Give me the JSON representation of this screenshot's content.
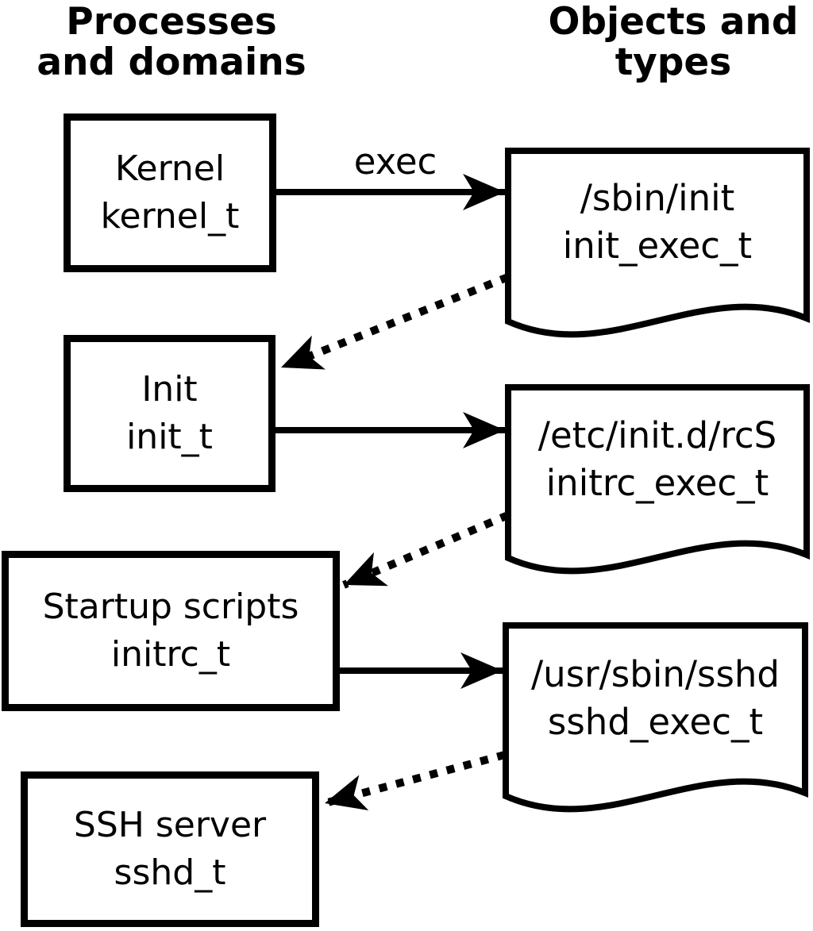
{
  "columns": {
    "processes": {
      "line1": "Processes",
      "line2": "and domains"
    },
    "objects": {
      "line1": "Objects and",
      "line2": "types"
    }
  },
  "process_boxes": [
    {
      "name": "Kernel",
      "type": "kernel_t"
    },
    {
      "name": "Init",
      "type": "init_t"
    },
    {
      "name": "Startup scripts",
      "type": "initrc_t"
    },
    {
      "name": "SSH server",
      "type": "sshd_t"
    }
  ],
  "object_docs": [
    {
      "path": "/sbin/init",
      "type": "init_exec_t"
    },
    {
      "path": "/etc/init.d/rcS",
      "type": "initrc_exec_t"
    },
    {
      "path": "/usr/sbin/sshd",
      "type": "sshd_exec_t"
    }
  ],
  "arrow_labels": {
    "exec": "exec"
  },
  "transitions": [
    {
      "from": "kernel_t",
      "to": "init_exec_t",
      "style": "solid",
      "label": "exec"
    },
    {
      "from": "init_exec_t",
      "to": "init_t",
      "style": "dotted",
      "label": ""
    },
    {
      "from": "init_t",
      "to": "initrc_exec_t",
      "style": "solid",
      "label": ""
    },
    {
      "from": "initrc_exec_t",
      "to": "initrc_t",
      "style": "dotted",
      "label": ""
    },
    {
      "from": "initrc_t",
      "to": "sshd_exec_t",
      "style": "solid",
      "label": ""
    },
    {
      "from": "sshd_exec_t",
      "to": "sshd_t",
      "style": "dotted",
      "label": ""
    }
  ],
  "colors": {
    "ink": "#000000",
    "background": "#ffffff"
  }
}
